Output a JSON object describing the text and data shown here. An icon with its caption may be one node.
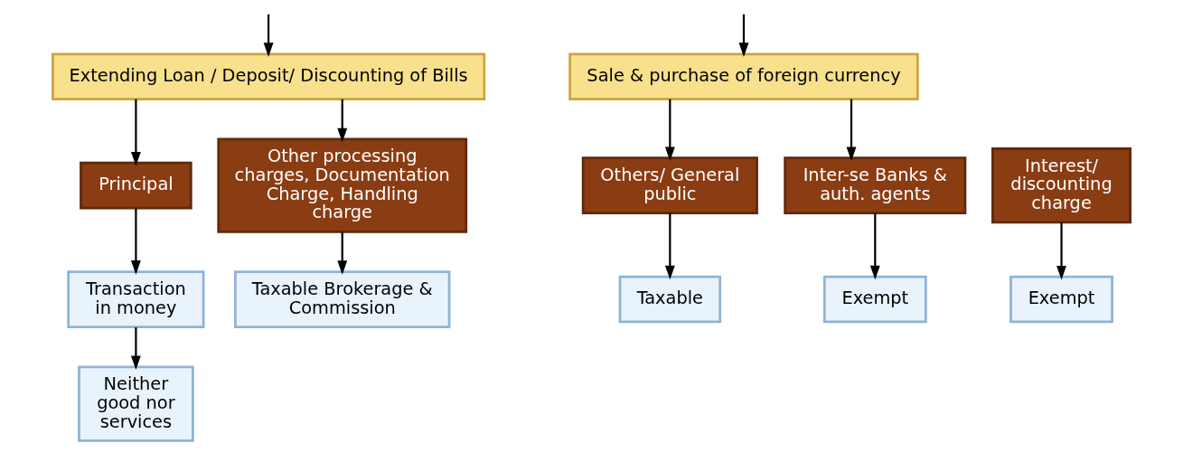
{
  "diagram": {
    "nodes": [
      {
        "text": [
          "Extending Loan / Deposit/ Discounting of Bills"
        ]
      },
      {
        "text": [
          "Sale & purchase of foreign currency"
        ]
      },
      {
        "text": [
          "Principal"
        ]
      },
      {
        "text": [
          "Interest/ discounting charge"
        ]
      },
      {
        "text": [
          "Other processing charges, Documentation Charge, Handling charge"
        ]
      },
      {
        "text": [
          "Others/ General public"
        ]
      },
      {
        "text": [
          "Inter-se Banks & auth. agents"
        ]
      },
      {
        "text": [
          "Transaction in money"
        ]
      },
      {
        "text": [
          "Neither good nor services"
        ]
      },
      {
        "text": [
          "Exempt"
        ]
      },
      {
        "text": [
          "Taxable Brokerage & Commission"
        ]
      },
      {
        "text": [
          "Taxable"
        ]
      },
      {
        "text": [
          "Exempt"
        ]
      }
    ],
    "edges": [
      {
        "from": null,
        "to": 0,
        "arrow": "to"
      },
      {
        "from": null,
        "to": 1,
        "arrow": "to"
      },
      {
        "from": 0,
        "to": 2,
        "arrow": "to"
      },
      {
        "from": 0,
        "to": 4,
        "arrow": "to"
      },
      {
        "from": 2,
        "to": 7,
        "arrow": "to"
      },
      {
        "from": 7,
        "to": 8,
        "arrow": "to"
      },
      {
        "from": 3,
        "to": 9,
        "arrow": "to"
      },
      {
        "from": 4,
        "to": 10,
        "arrow": "to"
      },
      {
        "from": 1,
        "to": 5,
        "arrow": "to"
      },
      {
        "from": 1,
        "to": 6,
        "arrow": "to"
      },
      {
        "from": 5,
        "to": 11,
        "arrow": "to"
      },
      {
        "from": 6,
        "to": 12,
        "arrow": "to"
      }
    ]
  }
}
